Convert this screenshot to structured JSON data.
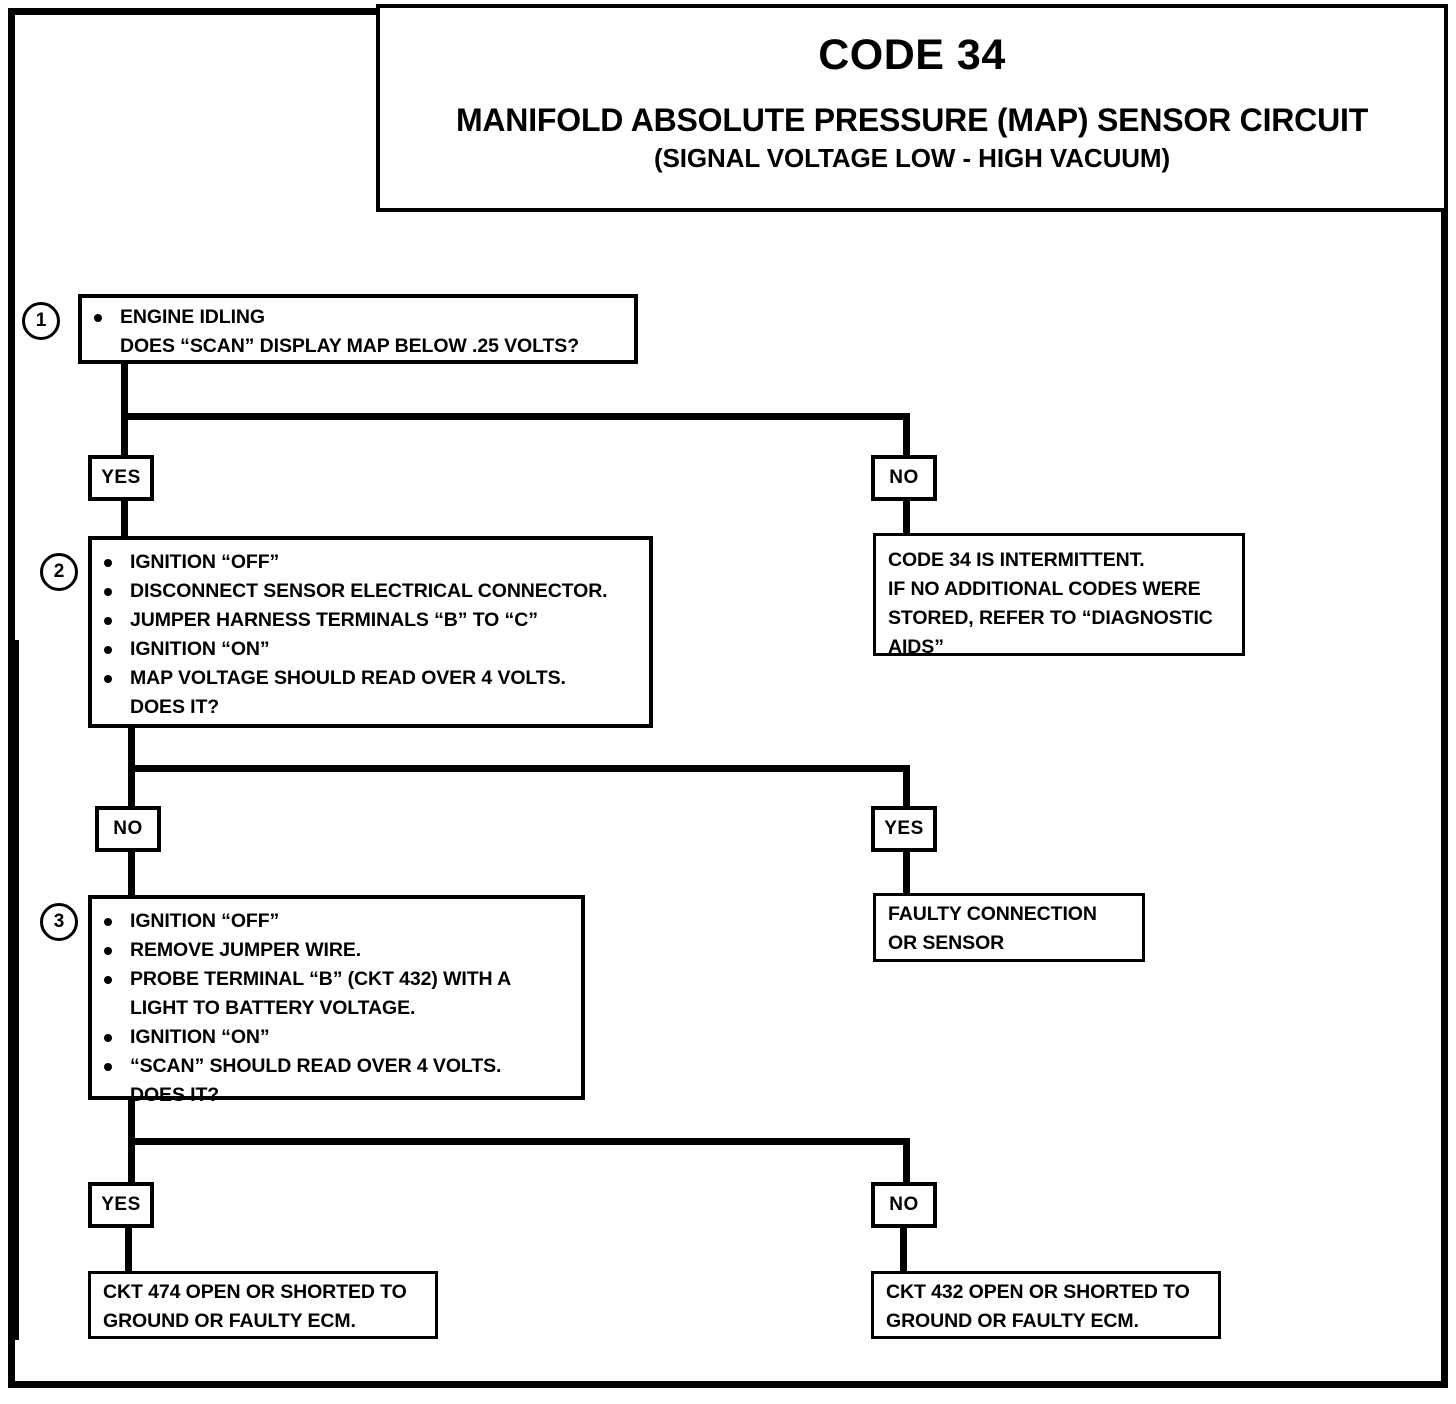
{
  "title": {
    "code": "CODE 34",
    "main": "MANIFOLD ABSOLUTE PRESSURE (MAP) SENSOR CIRCUIT",
    "sub": "(SIGNAL VOLTAGE LOW - HIGH VACUUM)"
  },
  "steps": [
    {
      "number": "1",
      "lines": [
        {
          "text": "ENGINE IDLING",
          "bullet": true
        },
        {
          "text": "DOES “SCAN” DISPLAY MAP BELOW .25 VOLTS?",
          "bullet": false
        }
      ]
    },
    {
      "number": "2",
      "lines": [
        {
          "text": "IGNITION “OFF”",
          "bullet": true
        },
        {
          "text": "DISCONNECT SENSOR ELECTRICAL CONNECTOR.",
          "bullet": true
        },
        {
          "text": "JUMPER HARNESS TERMINALS “B” TO “C”",
          "bullet": true
        },
        {
          "text": "IGNITION “ON”",
          "bullet": true
        },
        {
          "text": "MAP VOLTAGE SHOULD READ OVER 4 VOLTS.",
          "bullet": true
        },
        {
          "text": "DOES IT?",
          "bullet": false
        }
      ]
    },
    {
      "number": "3",
      "lines": [
        {
          "text": "IGNITION “OFF”",
          "bullet": true
        },
        {
          "text": "REMOVE JUMPER WIRE.",
          "bullet": true
        },
        {
          "text": "PROBE TERMINAL “B” (CKT 432) WITH A",
          "bullet": true
        },
        {
          "text": "LIGHT TO BATTERY VOLTAGE.",
          "bullet": false
        },
        {
          "text": "IGNITION “ON”",
          "bullet": true
        },
        {
          "text": "“SCAN” SHOULD READ OVER 4 VOLTS.",
          "bullet": true
        },
        {
          "text": "DOES IT?",
          "bullet": false
        }
      ]
    }
  ],
  "branches": {
    "step1_left": "YES",
    "step1_right": "NO",
    "step2_left": "NO",
    "step2_right": "YES",
    "step3_left": "YES",
    "step3_right": "NO"
  },
  "results": {
    "intermittent": [
      "CODE 34 IS INTERMITTENT.",
      "IF NO ADDITIONAL CODES WERE",
      "STORED, REFER TO “DIAGNOSTIC",
      "AIDS”"
    ],
    "faulty_connection": [
      "FAULTY CONNECTION",
      "OR SENSOR"
    ],
    "ckt474": [
      "CKT 474 OPEN OR SHORTED TO",
      "GROUND OR FAULTY ECM."
    ],
    "ckt432": [
      "CKT 432 OPEN OR SHORTED TO",
      "GROUND OR FAULTY ECM."
    ]
  },
  "colors": {
    "ink": "#000000",
    "paper": "#ffffff"
  }
}
